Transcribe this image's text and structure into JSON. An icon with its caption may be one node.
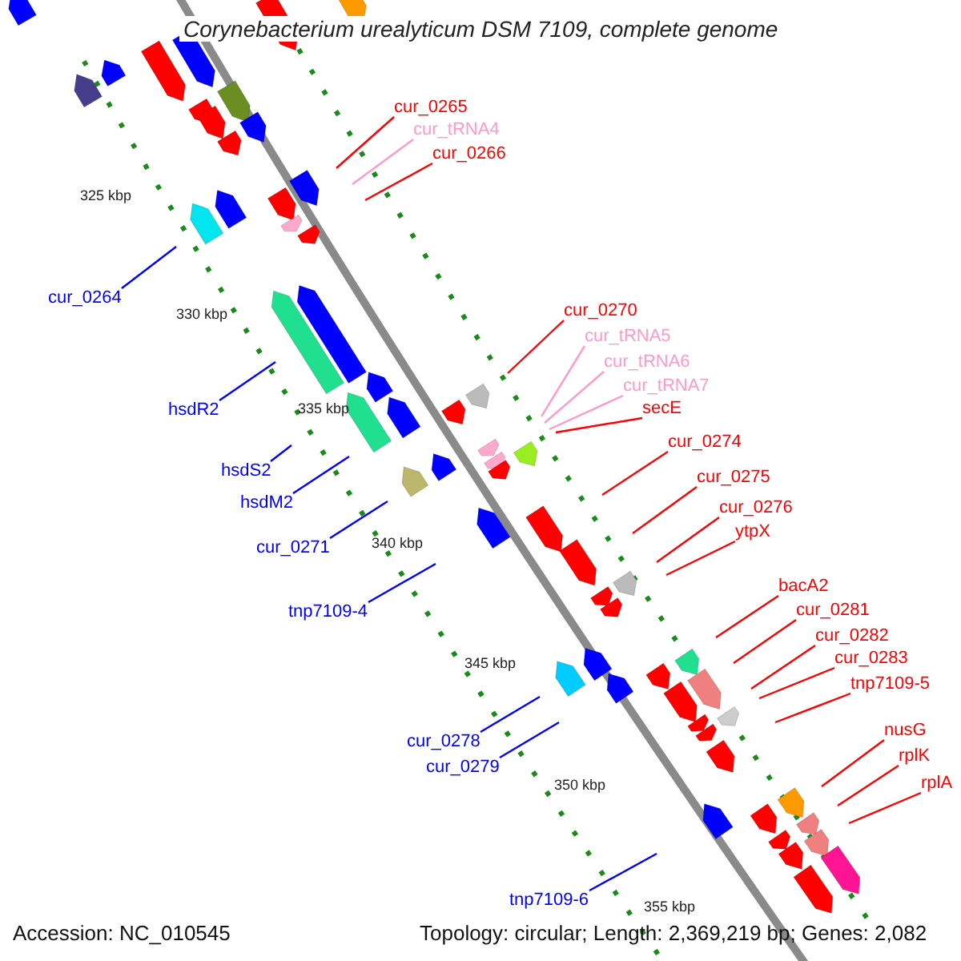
{
  "diagram": {
    "title": "Corynebacterium urealyticum DSM 7109, complete genome",
    "nodes": [
      {
        "text": [
          "cur_0265"
        ]
      },
      {
        "text": [
          "cur_tRNA4"
        ]
      },
      {
        "text": [
          "cur_0266"
        ]
      },
      {
        "text": [
          "cur_0264"
        ]
      },
      {
        "text": [
          "cur_0270"
        ]
      },
      {
        "text": [
          "cur_tRNA5"
        ]
      },
      {
        "text": [
          "cur_tRNA6"
        ]
      },
      {
        "text": [
          "cur_tRNA7"
        ]
      },
      {
        "text": [
          "hsdR2"
        ]
      },
      {
        "text": [
          "secE"
        ]
      },
      {
        "text": [
          "cur_0274"
        ]
      },
      {
        "text": [
          "hsdS2"
        ]
      },
      {
        "text": [
          "cur_0275"
        ]
      },
      {
        "text": [
          "hsdM2"
        ]
      },
      {
        "text": [
          "cur_0276"
        ]
      },
      {
        "text": [
          "ytpX"
        ]
      },
      {
        "text": [
          "cur_0271"
        ]
      },
      {
        "text": [
          "tnp7109-4"
        ]
      },
      {
        "text": [
          "bacA2"
        ]
      },
      {
        "text": [
          "cur_0281"
        ]
      },
      {
        "text": [
          "cur_0282"
        ]
      },
      {
        "text": [
          "cur_0283"
        ]
      },
      {
        "text": [
          "tnp7109-5"
        ]
      },
      {
        "text": [
          "cur_0278"
        ]
      },
      {
        "text": [
          "cur_0279"
        ]
      },
      {
        "text": [
          "nusG"
        ]
      },
      {
        "text": [
          "rplK"
        ]
      },
      {
        "text": [
          "rplA"
        ]
      },
      {
        "text": [
          "tnp7109-6"
        ]
      }
    ],
    "edges": [
      {
        "from": 0,
        "to": null,
        "arrow": "none"
      },
      {
        "from": 1,
        "to": null,
        "arrow": "none",
        "color": "#ff99cc"
      },
      {
        "from": 2,
        "to": null,
        "arrow": "none"
      },
      {
        "from": 3,
        "to": null,
        "arrow": "none",
        "color": "#0000ff"
      },
      {
        "from": 4,
        "to": null,
        "arrow": "none"
      },
      {
        "from": 5,
        "to": null,
        "arrow": "none",
        "color": "#ff99cc"
      },
      {
        "from": 6,
        "to": null,
        "arrow": "none",
        "color": "#ff99cc"
      },
      {
        "from": 7,
        "to": null,
        "arrow": "none",
        "color": "#ff99cc"
      },
      {
        "from": 8,
        "to": null,
        "arrow": "none",
        "color": "#0000ff"
      },
      {
        "from": 9,
        "to": null,
        "arrow": "none"
      },
      {
        "from": 10,
        "to": null,
        "arrow": "none"
      },
      {
        "from": 11,
        "to": null,
        "arrow": "none",
        "color": "#0000ff"
      },
      {
        "from": 12,
        "to": null,
        "arrow": "none"
      },
      {
        "from": 13,
        "to": null,
        "arrow": "none",
        "color": "#0000ff"
      },
      {
        "from": 14,
        "to": null,
        "arrow": "none"
      },
      {
        "from": 15,
        "to": null,
        "arrow": "none"
      },
      {
        "from": 16,
        "to": null,
        "arrow": "none",
        "color": "#0000ff"
      },
      {
        "from": 17,
        "to": null,
        "arrow": "none",
        "color": "#0000ff"
      },
      {
        "from": 18,
        "to": null,
        "arrow": "none"
      },
      {
        "from": 19,
        "to": null,
        "arrow": "none"
      },
      {
        "from": 20,
        "to": null,
        "arrow": "none"
      },
      {
        "from": 21,
        "to": null,
        "arrow": "none"
      },
      {
        "from": 22,
        "to": null,
        "arrow": "none"
      },
      {
        "from": 23,
        "to": null,
        "arrow": "none",
        "color": "#0000ff"
      },
      {
        "from": 24,
        "to": null,
        "arrow": "none",
        "color": "#0000ff"
      },
      {
        "from": 25,
        "to": null,
        "arrow": "none"
      },
      {
        "from": 26,
        "to": null,
        "arrow": "none"
      },
      {
        "from": 27,
        "to": null,
        "arrow": "none"
      },
      {
        "from": 28,
        "to": null,
        "arrow": "none",
        "color": "#0000ff"
      }
    ],
    "labels": [
      "325 kbp",
      "330 kbp",
      "335 kbp",
      "340 kbp",
      "345 kbp",
      "350 kbp",
      "355 kbp",
      "Accession: NC_010545",
      "Topology: circular; Length: 2,369,219 bp; Genes: 2,082"
    ]
  }
}
